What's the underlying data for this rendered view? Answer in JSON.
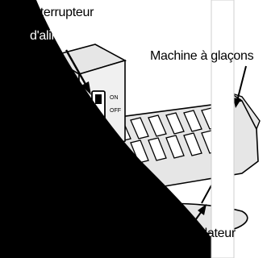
{
  "labels": {
    "power_switch_line1": "Interrupteur",
    "power_switch_line2": "d'alimentation",
    "icemaker": "Machine à glaçons",
    "feeler_arm": "Bras régulateur",
    "switch_on": "ON",
    "switch_off": "OFF"
  },
  "colors": {
    "background": "#ffffff",
    "ink": "#000000",
    "casing": "#e6e6e6",
    "strip": "#ffffff"
  }
}
